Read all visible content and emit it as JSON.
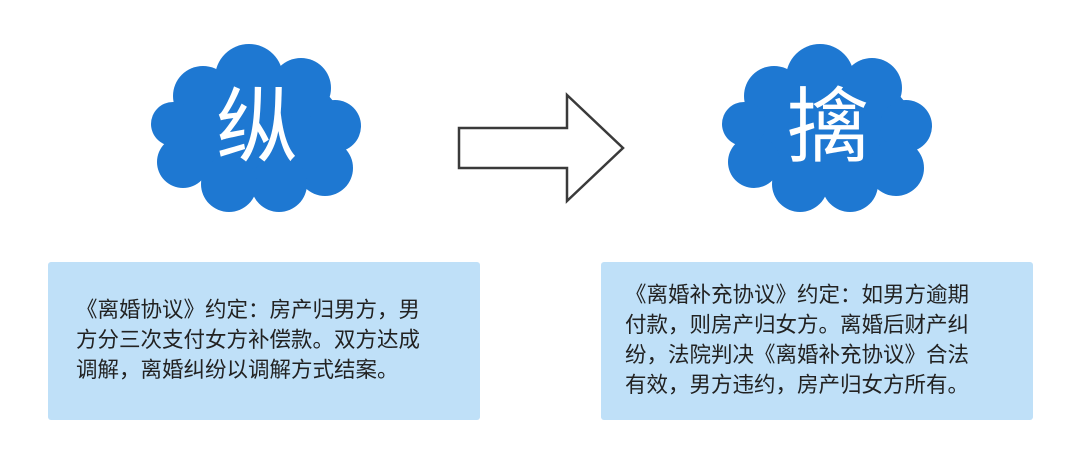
{
  "diagram": {
    "left": {
      "character": "纵",
      "note": "《离婚协议》约定：房产归男方，男\n方分三次支付女方补偿款。双方达成\n调解，离婚纠纷以调解方式结案。"
    },
    "right": {
      "character": "擒",
      "note": "《离婚补充协议》约定：如男方逾期\n付款，则房产归女方。离婚后财产纠\n纷，法院判决《离婚补充协议》合法\n有效，男方违约，房产归女方所有。"
    },
    "arrow_icon": "right-arrow-outline-icon"
  },
  "colors": {
    "cloud_fill": "#1e78d2",
    "cloud_text": "#ffffff",
    "note_background": "#bfe0f8",
    "note_text": "#222222",
    "arrow_stroke": "#3a3a3a",
    "arrow_fill": "#ffffff"
  }
}
